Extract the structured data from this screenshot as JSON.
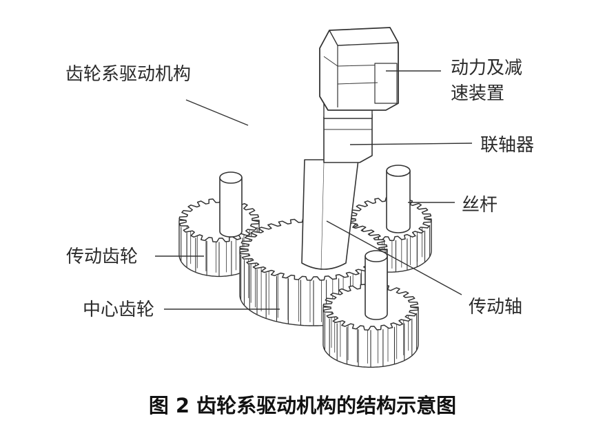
{
  "labels": {
    "mechanism": "齿轮系驱动机构",
    "power_line1": "动力及减",
    "power_line2": "速装置",
    "coupling": "联轴器",
    "lead_screw": "丝杆",
    "drive_gear": "传动齿轮",
    "center_gear": "中心齿轮",
    "drive_shaft": "传动轴"
  },
  "caption": "图 2   齿轮系驱动机构的结构示意图",
  "colors": {
    "line": "#333333",
    "fill": "#ffffff",
    "label": "#2a2a2a"
  }
}
